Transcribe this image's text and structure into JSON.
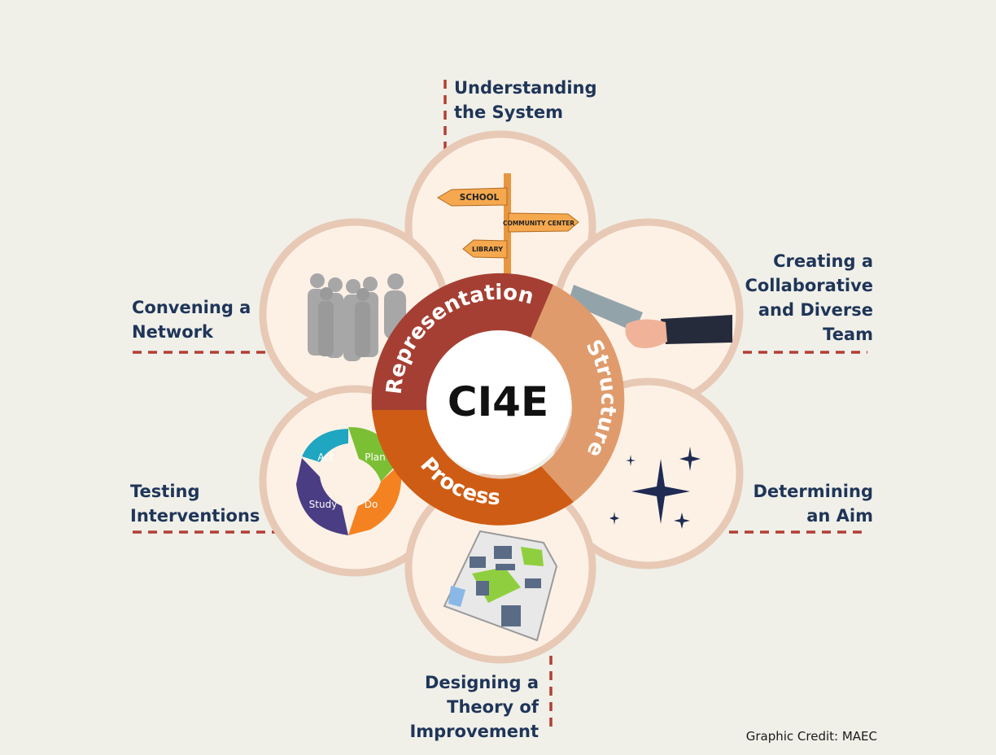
{
  "center": {
    "title": "CI4E",
    "ring": [
      {
        "label": "Representation",
        "color": "#a63f33"
      },
      {
        "label": "Structure",
        "color": "#e09b6c"
      },
      {
        "label": "Process",
        "color": "#cf5c14"
      }
    ]
  },
  "petals": [
    {
      "key": "understanding",
      "label": "Understanding\nthe System",
      "icon": "signpost-icon"
    },
    {
      "key": "team",
      "label": "Creating a\nCollaborative\nand Diverse\nTeam",
      "icon": "handshake-icon"
    },
    {
      "key": "aim",
      "label": "Determining\nan Aim",
      "icon": "stars-icon"
    },
    {
      "key": "theory",
      "label": "Designing a\nTheory of\nImprovement",
      "icon": "map-icon"
    },
    {
      "key": "testing",
      "label": "Testing\nInterventions",
      "icon": "pdsa-cycle-icon"
    },
    {
      "key": "network",
      "label": "Convening a\nNetwork",
      "icon": "people-group-icon"
    }
  ],
  "signpost": {
    "school": "SCHOOL",
    "community": "COMMUNITY CENTER",
    "library": "LIBRARY"
  },
  "pdsa": {
    "act": "Act",
    "plan": "Plan",
    "do": "Do",
    "study": "Study"
  },
  "colors": {
    "background": "#f0f0e9",
    "petal_fill": "#fdf1e6",
    "petal_border": "#e7c9b5",
    "label_text": "#1f3558",
    "dash": "#b33e33"
  },
  "credit": "Graphic Credit: MAEC"
}
